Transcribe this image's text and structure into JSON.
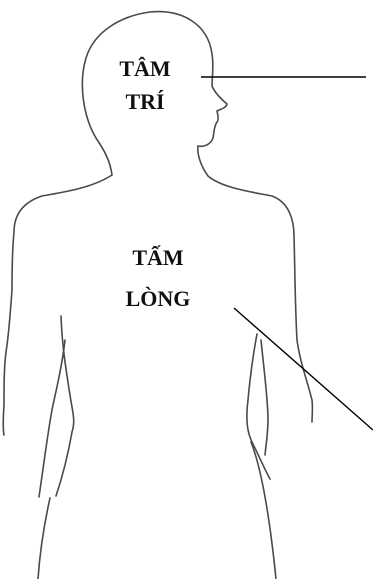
{
  "labels": {
    "mind_line1": "TÂM",
    "mind_line2": "TRÍ",
    "heart_line1": "TẤM",
    "heart_line2": "LÒNG"
  },
  "colors": {
    "outline": "#4a4a4a",
    "pointer": "#000000",
    "text": "#111111",
    "background": "#ffffff"
  }
}
